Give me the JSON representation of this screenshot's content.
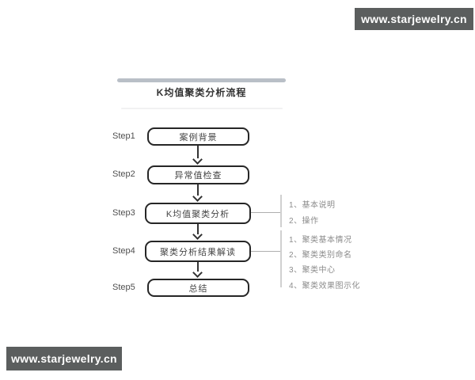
{
  "watermarks": {
    "top": "www.starjewelry.cn",
    "bottom": "www.starjewelry.cn"
  },
  "flowchart": {
    "title": "K均值聚类分析流程",
    "steps": [
      {
        "label": "Step1",
        "box": "案例背景",
        "annotations": []
      },
      {
        "label": "Step2",
        "box": "异常值检查",
        "annotations": []
      },
      {
        "label": "Step3",
        "box": "K均值聚类分析",
        "annotations": [
          "1、基本说明",
          "2、操作"
        ]
      },
      {
        "label": "Step4",
        "box": "聚类分析结果解读",
        "annotations": [
          "1、聚类基本情况",
          "2、聚类类别命名",
          "3、聚类中心",
          "4、聚类效果图示化"
        ]
      },
      {
        "label": "Step5",
        "box": "总结",
        "annotations": []
      }
    ],
    "colors": {
      "watermark_bg": "#5b5e5e",
      "accent_bar": "#b9bfc7",
      "box_border": "#262626",
      "arrow": "#333333",
      "annotation_text": "#8c8c8c"
    }
  }
}
